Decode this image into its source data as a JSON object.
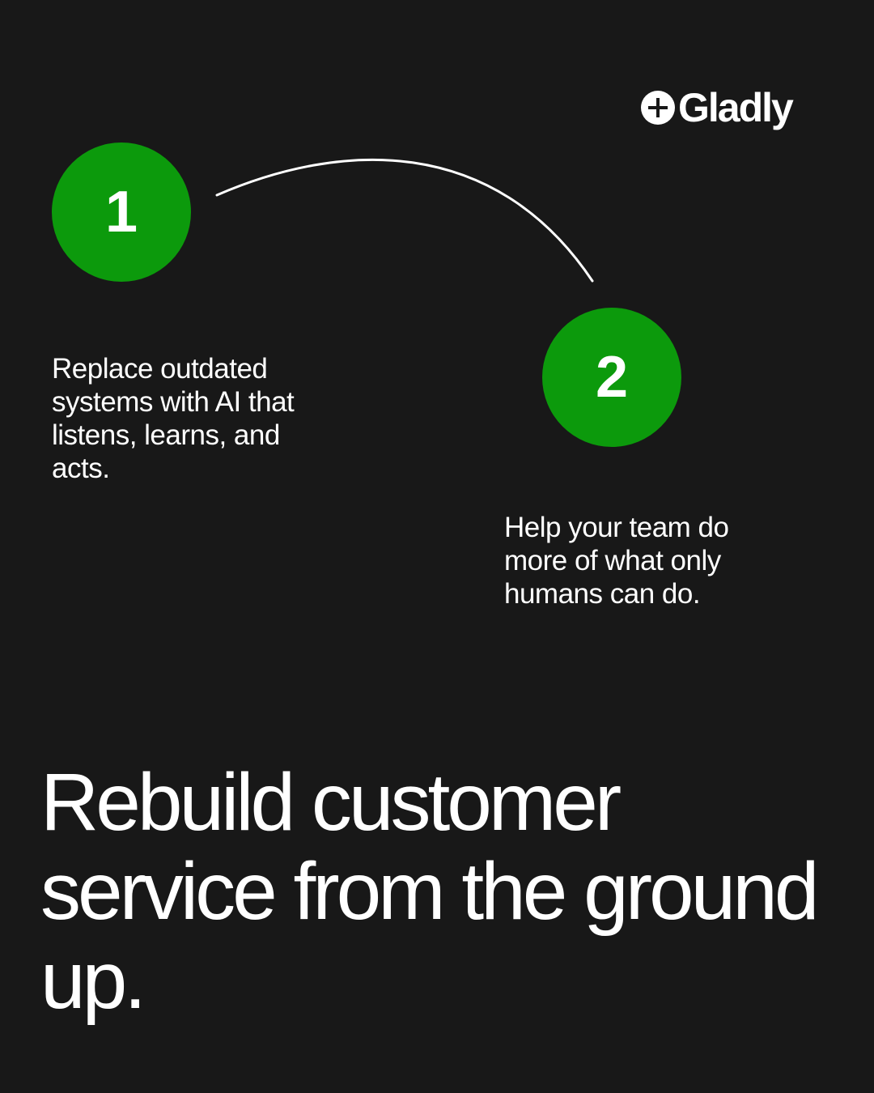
{
  "brand": {
    "name": "Gladly",
    "logo_icon": "plus-circle-icon"
  },
  "steps": [
    {
      "number": "1",
      "text": "Replace outdated systems with AI that listens, learns, and acts."
    },
    {
      "number": "2",
      "text": "Help your team do more of what only humans can do."
    }
  ],
  "headline": "Rebuild customer service from the ground up.",
  "colors": {
    "background": "#181818",
    "step_circle": "#0c9a0c",
    "text": "#ffffff"
  }
}
